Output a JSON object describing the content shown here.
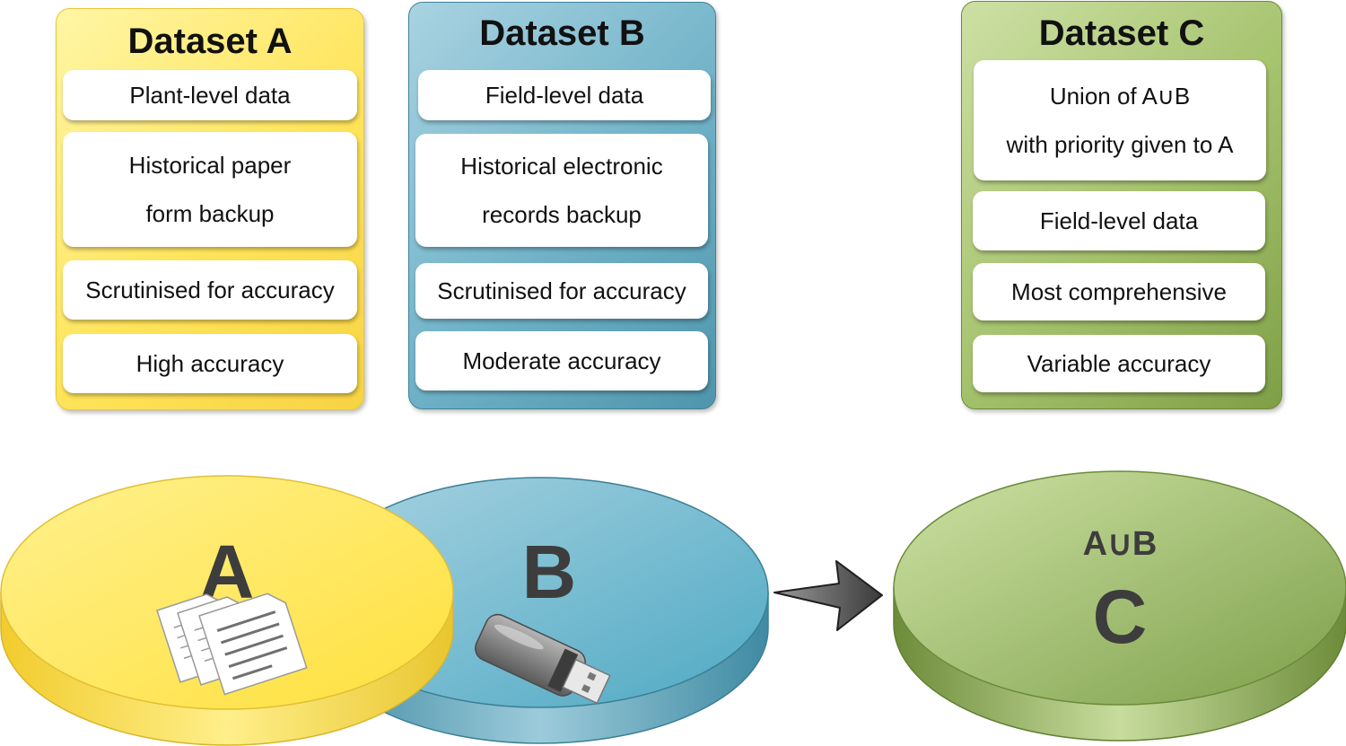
{
  "panels": {
    "a": {
      "title": "Dataset A",
      "items": [
        "Plant-level data",
        "Historical paper\nform backup",
        "Scrutinised for accuracy",
        "High accuracy"
      ]
    },
    "b": {
      "title": "Dataset B",
      "items": [
        "Field-level data",
        "Historical electronic\nrecords backup",
        "Scrutinised for accuracy",
        "Moderate accuracy"
      ]
    },
    "c": {
      "title": "Dataset C",
      "items": [
        "Union of A∪B\nwith priority given to A",
        "Field-level data",
        "Most comprehensive",
        "Variable accuracy"
      ]
    }
  },
  "disks": {
    "a_label": "A",
    "b_label": "B",
    "c_union_label": "A∪B",
    "c_label": "C"
  },
  "icons": {
    "a": "paper-documents-icon",
    "b": "usb-drive-icon",
    "arrow": "right-arrow-icon"
  },
  "colors": {
    "dataset_a": "#ffe45a",
    "dataset_b": "#6fb2c8",
    "dataset_c": "#a3c16a"
  }
}
